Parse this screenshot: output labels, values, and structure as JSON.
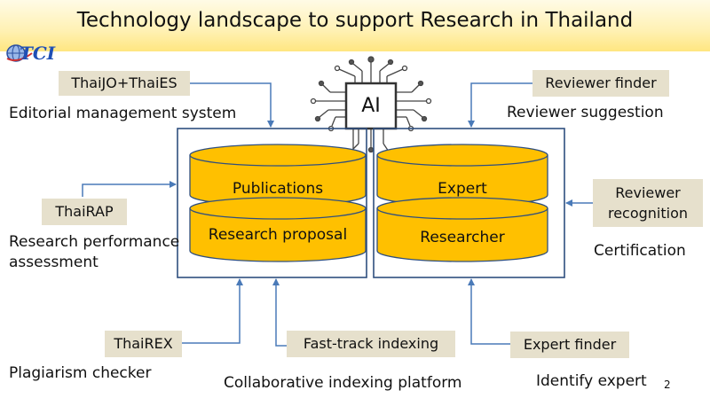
{
  "title": "Technology landscape to support Research in Thailand",
  "logo": {
    "text": "TCI",
    "icon": "globe-icon"
  },
  "ai_chip": {
    "label": "AI",
    "icon": "circuit-chip-icon"
  },
  "databases": [
    {
      "label": "Publications"
    },
    {
      "label": "Research proposal"
    },
    {
      "label": "Expert"
    },
    {
      "label": "Researcher"
    }
  ],
  "tags": {
    "thaijo": "ThaiJO+ThaiES",
    "thairap": "ThaiRAP",
    "thairex": "ThaiREX",
    "fast_track": "Fast-track indexing",
    "reviewer_finder": "Reviewer finder",
    "reviewer_recognition": "Reviewer recognition",
    "expert_finder": "Expert finder"
  },
  "labels": {
    "editorial": "Editorial management system",
    "research_perf_line1": "Research performance",
    "research_perf_line2": "assessment",
    "plagiarism": "Plagiarism checker",
    "collaborative": "Collaborative indexing platform",
    "reviewer_suggestion": "Reviewer suggestion",
    "certification": "Certification",
    "identify_expert": "Identify expert"
  },
  "page_number": "2",
  "colors": {
    "db_fill": "#ffc000",
    "box_stroke": "#2f4f7f",
    "arrow": "#4a7ab8",
    "tag_bg": "#e6e0cc"
  }
}
